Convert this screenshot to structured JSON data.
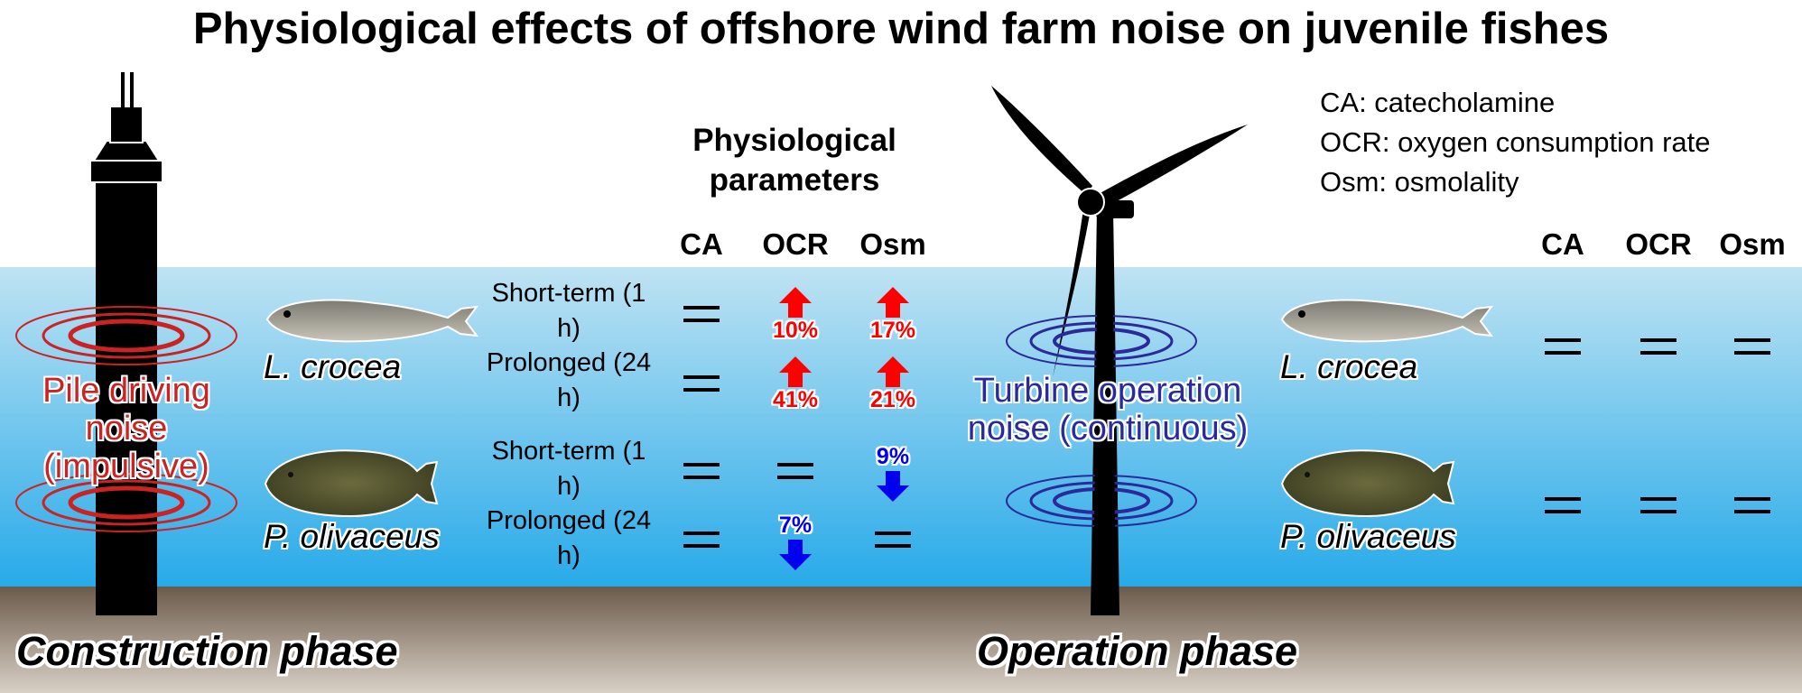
{
  "title": "Physiological effects of offshore wind farm noise on juvenile fishes",
  "header": "Physiological parameters",
  "columns": [
    "CA",
    "OCR",
    "Osm"
  ],
  "legend": [
    "CA: catecholamine",
    "OCR: oxygen consumption rate",
    "Osm: osmolality"
  ],
  "construction": {
    "phase_label": "Construction phase",
    "source_label": "Pile driving noise (impulsive)",
    "species": [
      "L. crocea",
      "P. olivaceus"
    ],
    "conditions": [
      "Short-term (1 h)",
      "Prolonged (24 h)",
      "Short-term (1 h)",
      "Prolonged (24 h)"
    ],
    "results": [
      [
        {
          "dir": "=",
          "pct": ""
        },
        {
          "dir": "up",
          "pct": "10%"
        },
        {
          "dir": "up",
          "pct": "17%"
        }
      ],
      [
        {
          "dir": "=",
          "pct": ""
        },
        {
          "dir": "up",
          "pct": "41%"
        },
        {
          "dir": "up",
          "pct": "21%"
        }
      ],
      [
        {
          "dir": "=",
          "pct": ""
        },
        {
          "dir": "=",
          "pct": ""
        },
        {
          "dir": "down",
          "pct": "9%"
        }
      ],
      [
        {
          "dir": "=",
          "pct": ""
        },
        {
          "dir": "down",
          "pct": "7%"
        },
        {
          "dir": "=",
          "pct": ""
        }
      ]
    ]
  },
  "operation": {
    "phase_label": "Operation phase",
    "source_label": "Turbine operation noise (continuous)",
    "species": [
      "L. crocea",
      "P. olivaceus"
    ],
    "results": [
      [
        {
          "dir": "=",
          "pct": ""
        },
        {
          "dir": "=",
          "pct": ""
        },
        {
          "dir": "=",
          "pct": ""
        }
      ],
      [
        {
          "dir": "=",
          "pct": ""
        },
        {
          "dir": "=",
          "pct": ""
        },
        {
          "dir": "=",
          "pct": ""
        }
      ]
    ]
  },
  "colors": {
    "increase": "#ff0000",
    "decrease": "#0000ee",
    "pile_noise": "#cc2222",
    "turbine_noise": "#2a2a99",
    "water_top": "#bfe3f3",
    "water_bottom": "#27aae9",
    "seabed_top": "#6b5a4a",
    "seabed_bottom": "#d9d0c6"
  }
}
